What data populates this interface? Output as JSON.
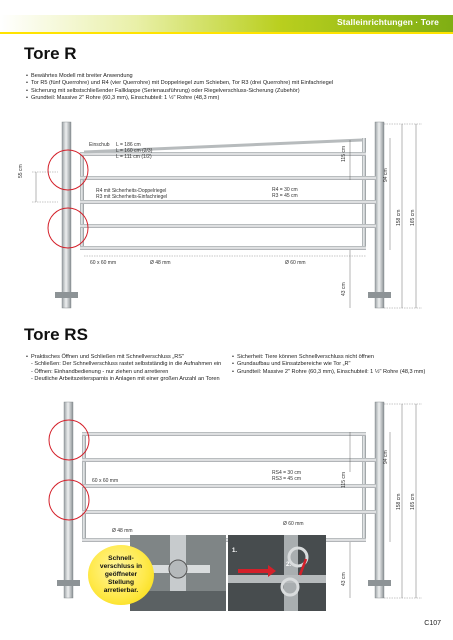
{
  "header": {
    "section": "Stalleinrichtungen · Tore"
  },
  "tore_r": {
    "title": "Tore R",
    "bullets": [
      "Bewährtes Modell mit breiter Anwendung",
      "Tor R5 (fünf Querrohre) und R4 (vier Querrohre) mit Doppelriegel zum Schieben, Tor R3 (drei Querrohre) mit Einfachriegel",
      "Sicherung mit selbstschließender Fallklappe (Serienausführung) oder Riegelverschluss-Sicherung (Zubehör)",
      "Grundteil: Massive 2\" Rohre (60,3 mm), Einschubteil: 1 ½\" Rohre (48,3 mm)"
    ],
    "figure": {
      "einschub_label": "Einschub",
      "einschub_values": [
        "L = 186 cm",
        "L = 160 cm (2/3)",
        "L = 111 cm (1/2)"
      ],
      "riegel_lines": [
        "R4  mit Sicherheits-Doppelriegel",
        "R3  mit Sicherheits-Einfachriegel"
      ],
      "r_heights": [
        "R4 = 30 cm",
        "R3 = 45 cm"
      ],
      "dim_left": "55 cm",
      "dim_115": "115 cm",
      "dim_94": "94 cm",
      "dim_158": "158 cm",
      "dim_165": "165 cm",
      "dim_43": "43 cm",
      "pipe_60x60": "60 x 60 mm",
      "pipe_48": "Ø 48 mm",
      "pipe_60": "Ø 60 mm"
    }
  },
  "tore_rs": {
    "title": "Tore RS",
    "bullets_left": [
      "Praktisches Öffnen und Schließen mit Schnellverschluss „RS\"",
      "- Schließen: Der Schnellverschluss rastet selbstständig in die Aufnahmen ein",
      "- Öffnen: Einhandbedienung - nur ziehen und arretieren",
      "- Deutliche Arbeitszeitersparnis in Anlagen mit einer großen Anzahl an Toren"
    ],
    "bullets_right": [
      "Sicherheit: Tiere können Schnellverschluss nicht öffnen",
      "Grundaufbau und Einsatzbereiche wie Tor „R\"",
      "Grundteil: Massive 2\" Rohre (60,3 mm), Einschubteil: 1 ½\" Rohre (48,3 mm)"
    ],
    "figure": {
      "rs_heights": [
        "RS4 = 30 cm",
        "RS3 = 45 cm"
      ],
      "dim_115": "115 cm",
      "dim_94": "94 cm",
      "dim_158": "158 cm",
      "dim_165": "165 cm",
      "dim_43": "43 cm",
      "pipe_60x60": "60 x 60 mm",
      "pipe_48": "Ø 48 mm",
      "pipe_60": "Ø 60 mm",
      "callout": "Schnell-verschluss in geöffneter Stellung arretierbar.",
      "step1": "1.",
      "step2": "2."
    }
  },
  "footer": {
    "page": "C107"
  },
  "colors": {
    "accent_yellow": "#ffe300",
    "header_green": "#8db51a",
    "circle_red": "#d4202a",
    "callout_yellow": "#ffe94a"
  }
}
